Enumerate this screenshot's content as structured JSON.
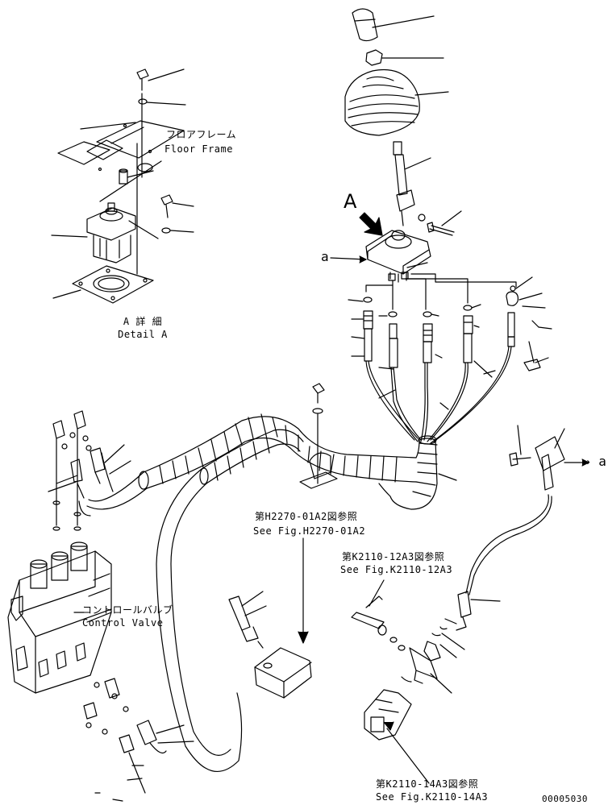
{
  "labels": {
    "floor_frame_jp": "フロアフレーム",
    "floor_frame_en": "Floor Frame",
    "detail_a_jp": "A 詳 細",
    "detail_a_en": "Detail A",
    "view_a": "A",
    "mark_a_left": "a",
    "mark_a_right": "→ a",
    "ref_h2270_jp": "第H2270-01A2図参照",
    "ref_h2270_en": "See Fig.H2270-01A2",
    "ref_k2110_12_jp": "第K2110-12A3図参照",
    "ref_k2110_12_en": "See Fig.K2110-12A3",
    "control_valve_jp": "コントロールバルブ",
    "control_valve_en": "Control Valve",
    "ref_k2110_14_jp": "第K2110-14A3図参照",
    "ref_k2110_14_en": "See Fig.K2110-14A3",
    "drawing_number": "00005030"
  },
  "colors": {
    "line": "#000000",
    "background": "#ffffff"
  }
}
